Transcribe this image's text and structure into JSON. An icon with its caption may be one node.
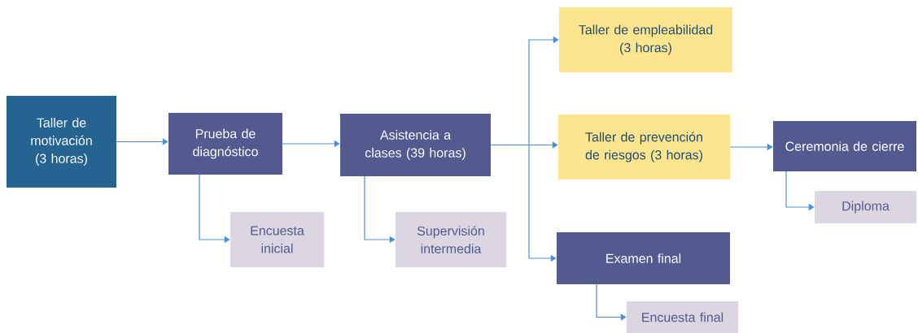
{
  "diagram": {
    "nodes": [
      {
        "text": [
          "Taller de motivación (3 horas)"
        ]
      },
      {
        "text": [
          "Prueba de diagnóstico"
        ]
      },
      {
        "text": [
          "Encuesta inicial"
        ]
      },
      {
        "text": [
          "Asistencia a clases (39 horas)"
        ]
      },
      {
        "text": [
          "Supervisión intermedia"
        ]
      },
      {
        "text": [
          "Taller de empleabilidad (3 horas)"
        ]
      },
      {
        "text": [
          "Taller de prevención de riesgos (3 horas)"
        ]
      },
      {
        "text": [
          "Examen final"
        ]
      },
      {
        "text": [
          "Ceremonia de cierre"
        ]
      },
      {
        "text": [
          "Diploma"
        ]
      },
      {
        "text": [
          "Encuesta final"
        ]
      }
    ],
    "edges": [
      {
        "from": 0,
        "to": 1,
        "arrow": "to"
      },
      {
        "from": 1,
        "to": 3,
        "arrow": "to"
      },
      {
        "from": 1,
        "to": 2,
        "arrow": "to"
      },
      {
        "from": 3,
        "to": 4,
        "arrow": "to"
      },
      {
        "from": 3,
        "to": 5,
        "arrow": "to"
      },
      {
        "from": 3,
        "to": 6,
        "arrow": "to"
      },
      {
        "from": 3,
        "to": 7,
        "arrow": "to"
      },
      {
        "from": 6,
        "to": 8,
        "arrow": "to"
      },
      {
        "from": 8,
        "to": 9,
        "arrow": "to"
      },
      {
        "from": 7,
        "to": 10,
        "arrow": "to"
      }
    ]
  }
}
